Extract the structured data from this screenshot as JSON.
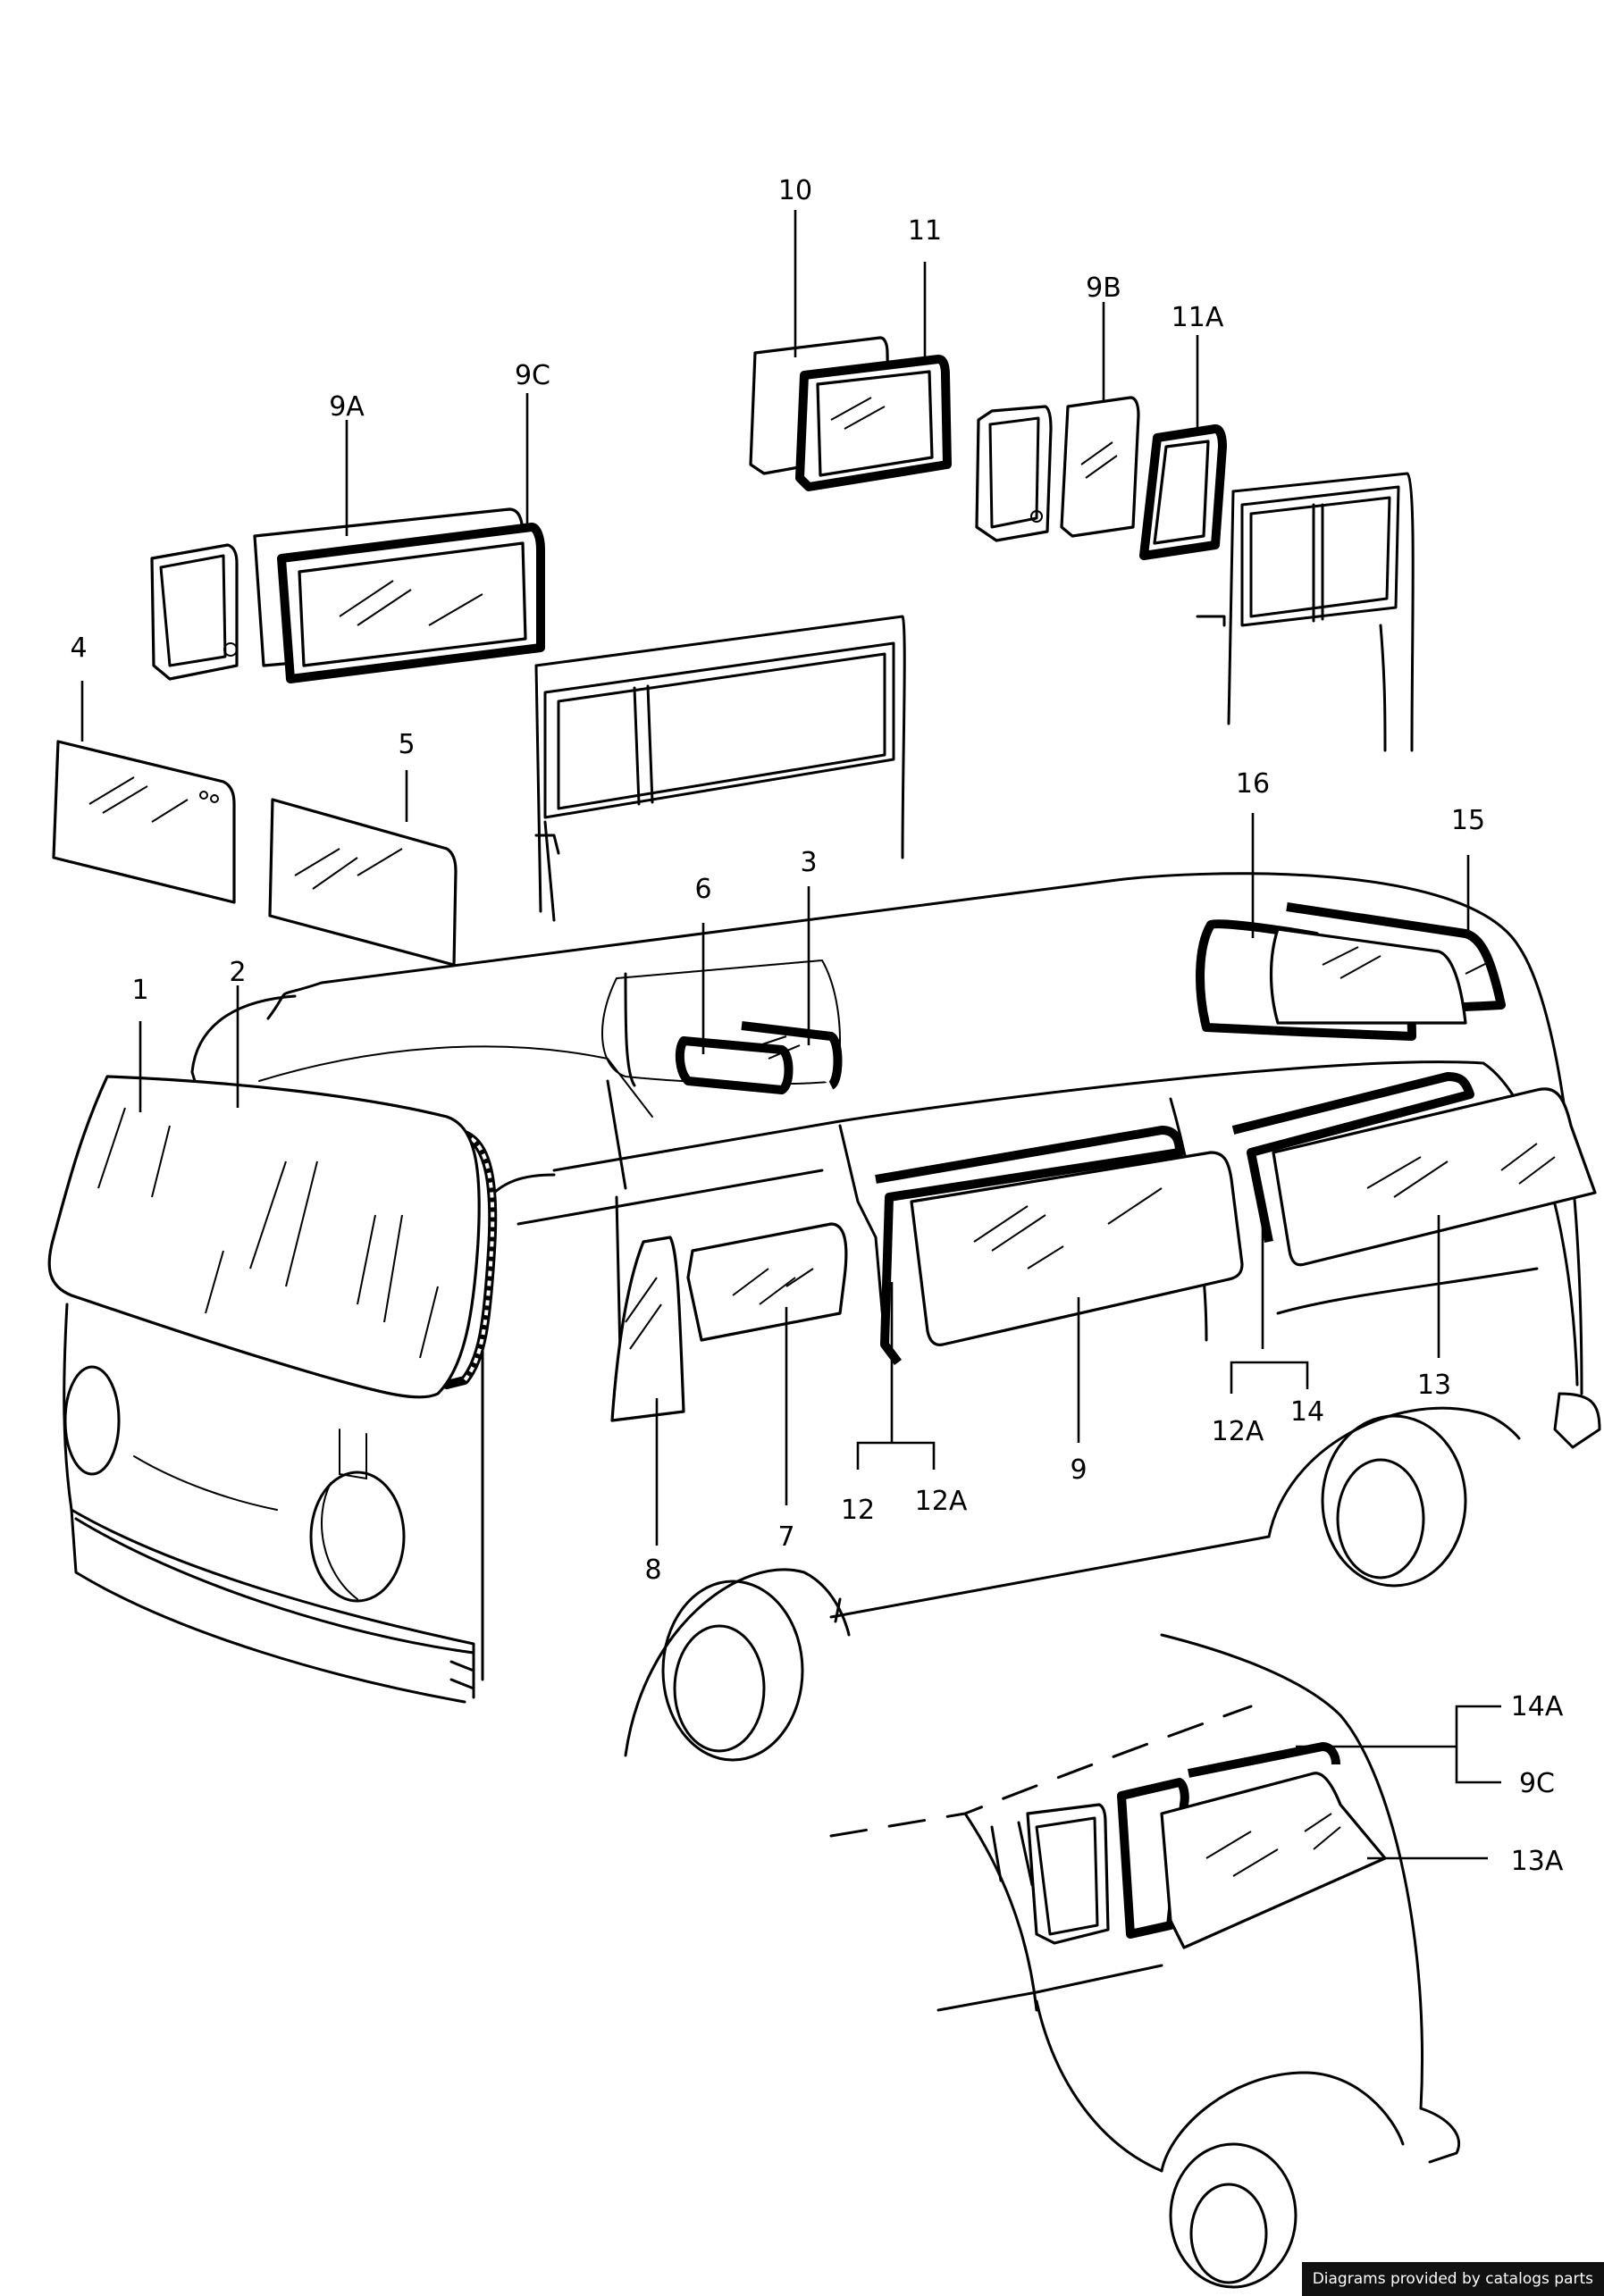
{
  "callouts": {
    "p1": "1",
    "p2": "2",
    "p3": "3",
    "p4": "4",
    "p5": "5",
    "p6": "6",
    "p7": "7",
    "p8": "8",
    "p9": "9",
    "p9a": "9A",
    "p9b": "9B",
    "p9c": "9C",
    "p9c_b": "9C",
    "p10": "10",
    "p11": "11",
    "p11a": "11A",
    "p12": "12",
    "p12a": "12A",
    "p12a_b": "12A",
    "p13": "13",
    "p13a": "13A",
    "p14": "14",
    "p14a": "14A",
    "p15": "15",
    "p16": "16"
  },
  "footer": {
    "credit": "Diagrams provided by catalogs parts"
  }
}
